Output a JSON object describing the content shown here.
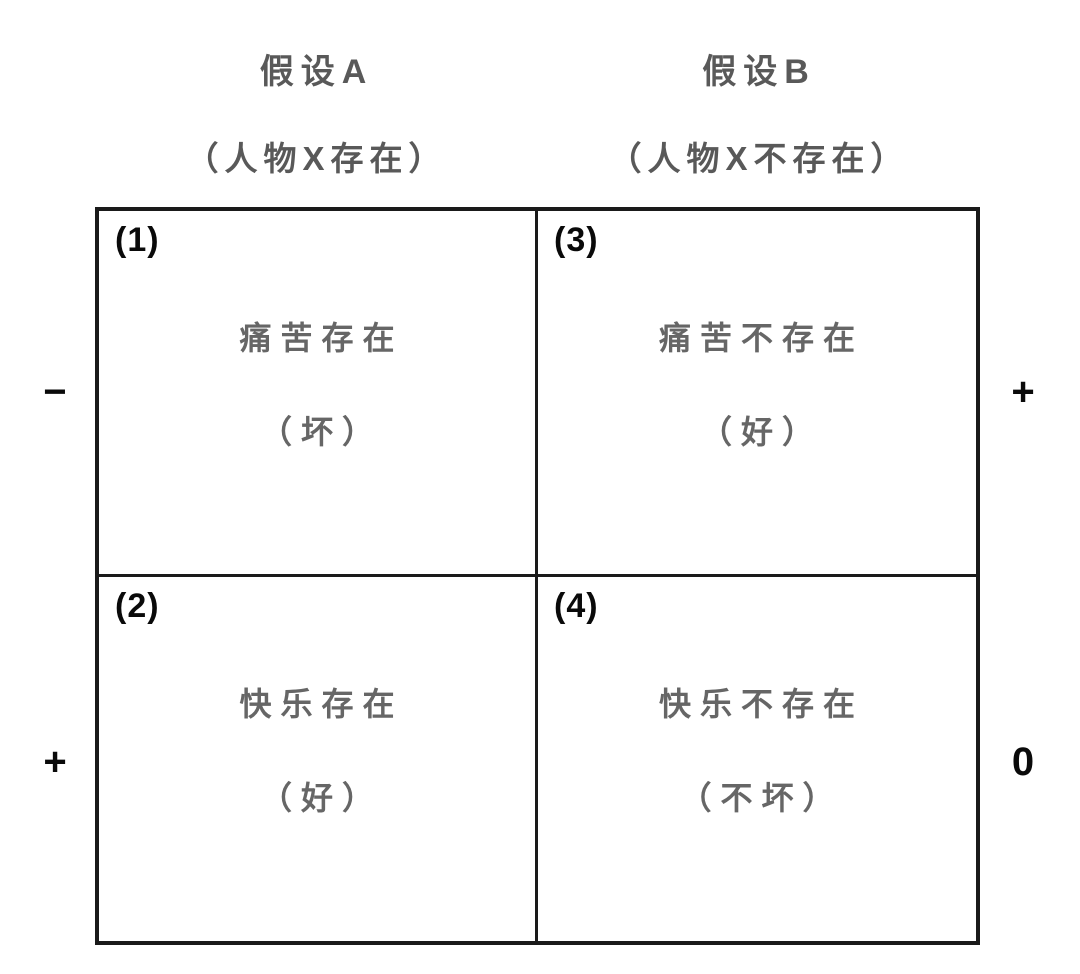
{
  "diagram": {
    "columns": [
      {
        "hypothesis": "假设A",
        "condition": "（人物X存在）"
      },
      {
        "hypothesis": "假设B",
        "condition": "（人物X不存在）"
      }
    ],
    "quadrants": [
      {
        "number": "(1)",
        "line1": "痛苦存在",
        "line2": "（坏）"
      },
      {
        "number": "(3)",
        "line1": "痛苦不存在",
        "line2": "（好）"
      },
      {
        "number": "(2)",
        "line1": "快乐存在",
        "line2": "（好）"
      },
      {
        "number": "(4)",
        "line1": "快乐不存在",
        "line2": "（不坏）"
      }
    ],
    "side_labels": {
      "left_top": "−",
      "left_bottom": "+",
      "right_top": "+",
      "right_bottom": "0"
    },
    "colors": {
      "border": "#1a1a1a",
      "quadrant_text": "#666666",
      "header_text": "#595959",
      "number_text": "#0a0a0a",
      "background": "#ffffff"
    }
  }
}
